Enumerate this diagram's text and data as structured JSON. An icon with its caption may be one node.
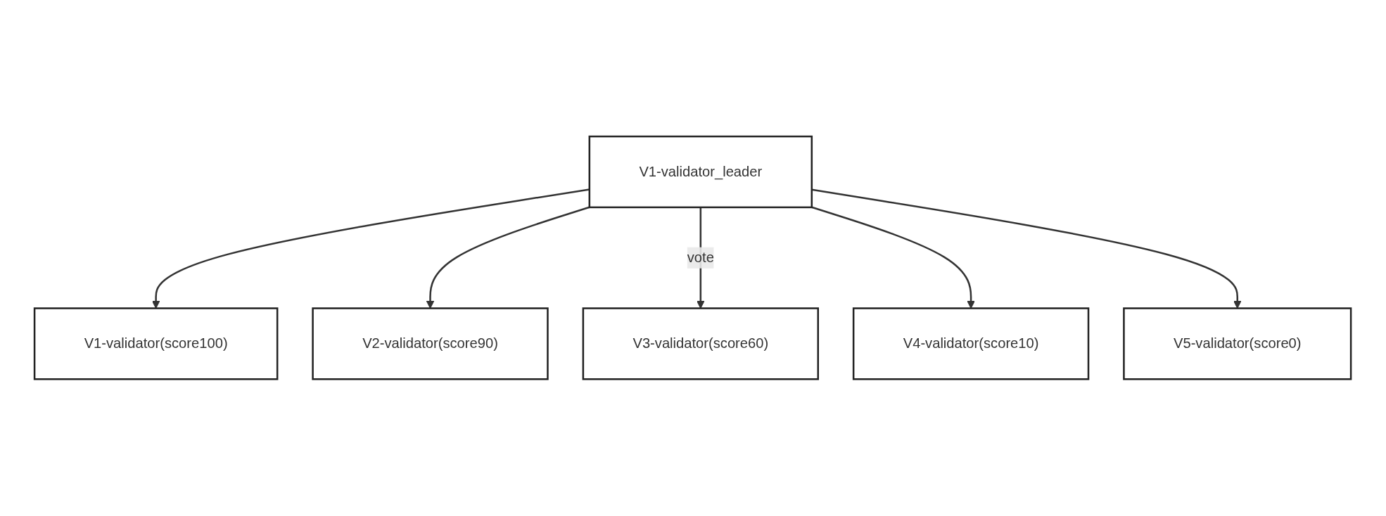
{
  "diagram": {
    "nodes": [
      {
        "text": [
          "V1-validator_leader"
        ]
      },
      {
        "text": [
          "V1-validator(score100)"
        ]
      },
      {
        "text": [
          "V2-validator(score90)"
        ]
      },
      {
        "text": [
          "V3-validator(score60)"
        ]
      },
      {
        "text": [
          "V4-validator(score10)"
        ]
      },
      {
        "text": [
          "V5-validator(score0)"
        ]
      }
    ],
    "edges": [
      {
        "from": 0,
        "to": 1,
        "arrow": "to"
      },
      {
        "from": 0,
        "to": 2,
        "arrow": "to"
      },
      {
        "from": 0,
        "to": 3,
        "arrow": "to",
        "label": "vote"
      },
      {
        "from": 0,
        "to": 4,
        "arrow": "to"
      },
      {
        "from": 0,
        "to": 5,
        "arrow": "to"
      }
    ]
  }
}
